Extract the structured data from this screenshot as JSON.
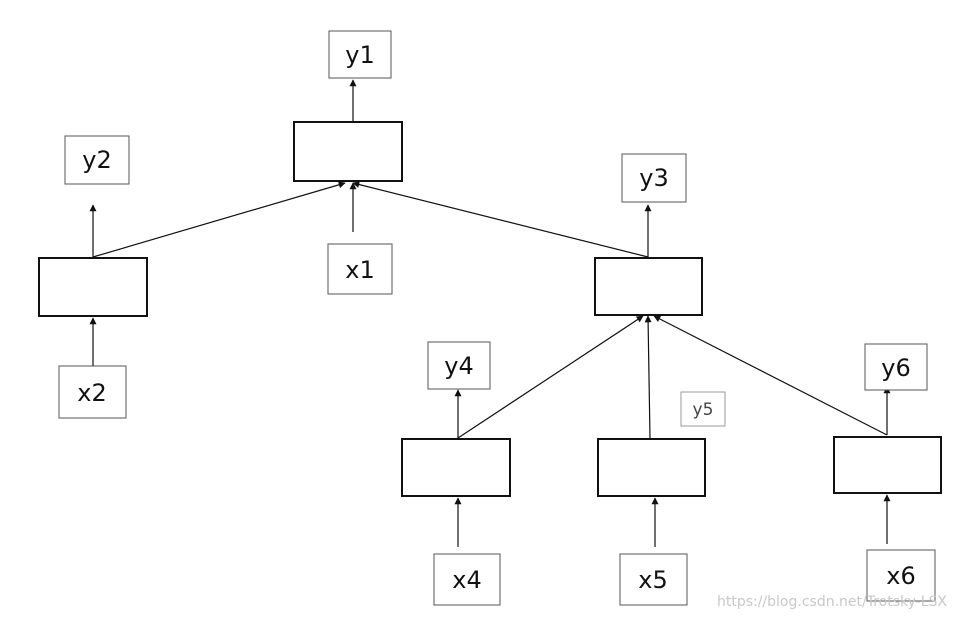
{
  "outputs": {
    "y1": "y1",
    "y2": "y2",
    "y3": "y3",
    "y4": "y4",
    "y5": "y5",
    "y6": "y6"
  },
  "inputs": {
    "x1": "x1",
    "x2": "x2",
    "x4": "x4",
    "x5": "x5",
    "x6": "x6"
  },
  "watermark": "https://blog.csdn.net/Trotsky-LSX"
}
